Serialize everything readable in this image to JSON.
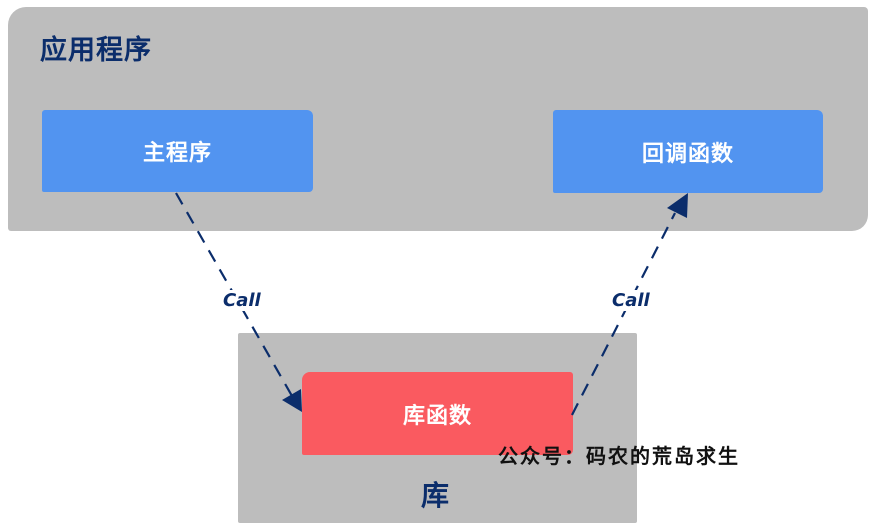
{
  "diagram": {
    "application": {
      "title": "应用程序"
    },
    "main_program": {
      "label": "主程序"
    },
    "callback_function": {
      "label": "回调函数"
    },
    "library": {
      "title": "库"
    },
    "library_function": {
      "label": "库函数"
    },
    "edges": [
      {
        "from": "主程序",
        "to": "库函数",
        "label": "Call",
        "style": "dashed"
      },
      {
        "from": "库函数",
        "to": "回调函数",
        "label": "Call",
        "style": "dashed"
      }
    ],
    "watermark": "公众号：码农的荒岛求生"
  },
  "colors": {
    "container_gray": "#bdbdbd",
    "box_blue": "#5294f0",
    "box_red": "#fa5a60",
    "navy": "#0b2d6b"
  }
}
